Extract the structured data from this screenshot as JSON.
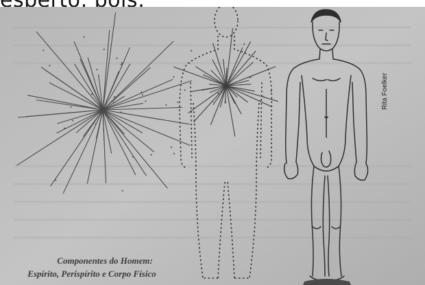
{
  "header": {
    "text": "esperto, pois:"
  },
  "figure": {
    "caption_line1": "Componentes do Homem:",
    "caption_line2": "Espírito, Perispírito e Corpo Físico",
    "credit": "Rita Foelker",
    "panels": [
      "espirito-star",
      "perispirito-outline",
      "corpo-fisico"
    ]
  },
  "colors": {
    "page_gray": "#bdbdbd",
    "ink": "#3a3a3a",
    "header_bg": "#ffffff"
  }
}
